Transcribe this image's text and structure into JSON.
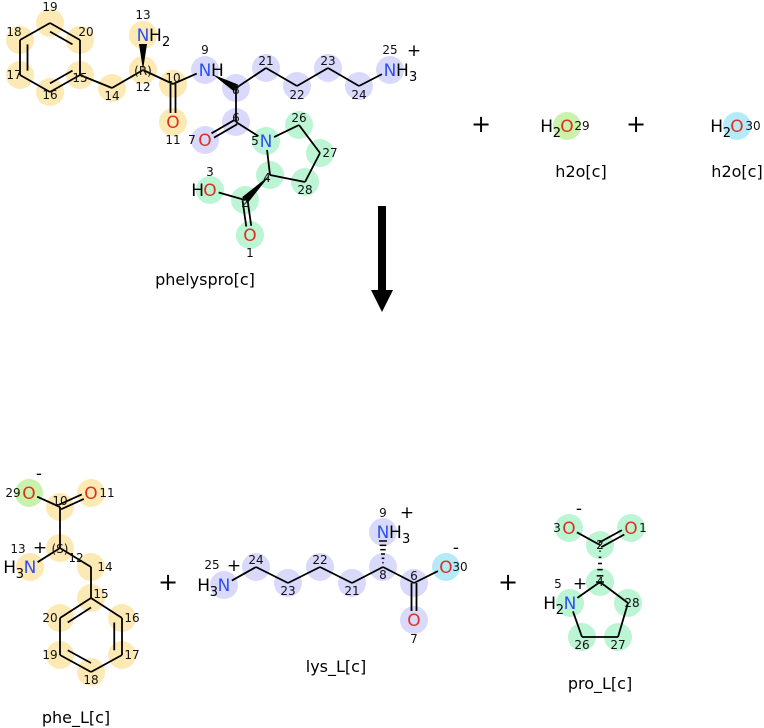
{
  "colors": {
    "Y": "#fde9b4",
    "L": "#d9d9fb",
    "G": "#bbf5d4",
    "LG": "#c9f2aa",
    "CY": "#b3ecf8",
    "N": "#2f50f0",
    "O": "#e0301e"
  },
  "operators": {
    "plus": "+"
  },
  "reactants": [
    {
      "name": "phelyspro[c]",
      "atoms": [
        {
          "n": "1",
          "el": "O",
          "c": "G"
        },
        {
          "n": "2",
          "c": "G"
        },
        {
          "n": "3",
          "el": "O",
          "pre": "H",
          "c": "G"
        },
        {
          "n": "4",
          "c": "G"
        },
        {
          "n": "5",
          "el": "N",
          "c": "G"
        },
        {
          "n": "6",
          "c": "L"
        },
        {
          "n": "7",
          "el": "O",
          "c": "L"
        },
        {
          "n": "8",
          "c": "L"
        },
        {
          "n": "9",
          "el": "N",
          "post": "H",
          "c": "L"
        },
        {
          "n": "10",
          "c": "Y"
        },
        {
          "n": "11",
          "el": "O",
          "c": "Y"
        },
        {
          "n": "12",
          "stereo": "(R)",
          "c": "Y"
        },
        {
          "n": "13",
          "el": "N",
          "post": "H",
          "post_sub": "2",
          "c": "Y"
        },
        {
          "n": "14",
          "c": "Y"
        },
        {
          "n": "15",
          "c": "Y"
        },
        {
          "n": "16",
          "c": "Y"
        },
        {
          "n": "17",
          "c": "Y"
        },
        {
          "n": "18",
          "c": "Y"
        },
        {
          "n": "19",
          "c": "Y"
        },
        {
          "n": "20",
          "c": "Y"
        },
        {
          "n": "21",
          "c": "L"
        },
        {
          "n": "22",
          "c": "L"
        },
        {
          "n": "23",
          "c": "L"
        },
        {
          "n": "24",
          "c": "L"
        },
        {
          "n": "25",
          "el": "N",
          "post": "H",
          "post_sub": "3",
          "charge": "+",
          "c": "L"
        },
        {
          "n": "26",
          "c": "G"
        },
        {
          "n": "27",
          "c": "G"
        },
        {
          "n": "28",
          "c": "G"
        }
      ]
    },
    {
      "name": "h2o[c]",
      "atoms": [
        {
          "n": "29",
          "el": "O",
          "pre": "H",
          "pre_sub": "2",
          "c": "LG"
        }
      ]
    },
    {
      "name": "h2o[c]",
      "atoms": [
        {
          "n": "30",
          "el": "O",
          "pre": "H",
          "pre_sub": "2",
          "c": "CY"
        }
      ]
    }
  ],
  "products": [
    {
      "name": "phe_L[c]",
      "atoms": [
        {
          "n": "29",
          "el": "O",
          "charge": "-",
          "c": "LG"
        },
        {
          "n": "11",
          "el": "O",
          "c": "Y"
        },
        {
          "n": "10",
          "c": "Y"
        },
        {
          "n": "12",
          "stereo": "(S)",
          "c": "Y"
        },
        {
          "n": "13",
          "el": "N",
          "pre": "H",
          "pre_sub": "3",
          "charge": "+",
          "c": "Y"
        },
        {
          "n": "14",
          "c": "Y"
        },
        {
          "n": "15",
          "c": "Y"
        },
        {
          "n": "16",
          "c": "Y"
        },
        {
          "n": "17",
          "c": "Y"
        },
        {
          "n": "18",
          "c": "Y"
        },
        {
          "n": "19",
          "c": "Y"
        },
        {
          "n": "20",
          "c": "Y"
        }
      ]
    },
    {
      "name": "lys_L[c]",
      "atoms": [
        {
          "n": "25",
          "el": "N",
          "pre": "H",
          "pre_sub": "3",
          "charge": "+",
          "c": "L"
        },
        {
          "n": "24",
          "c": "L"
        },
        {
          "n": "23",
          "c": "L"
        },
        {
          "n": "22",
          "c": "L"
        },
        {
          "n": "21",
          "c": "L"
        },
        {
          "n": "8",
          "c": "L"
        },
        {
          "n": "9",
          "el": "N",
          "post": "H",
          "post_sub": "3",
          "charge": "+",
          "c": "L"
        },
        {
          "n": "6",
          "c": "L"
        },
        {
          "n": "30",
          "el": "O",
          "charge": "-",
          "c": "CY"
        },
        {
          "n": "7",
          "el": "O",
          "c": "L"
        }
      ]
    },
    {
      "name": "pro_L[c]",
      "atoms": [
        {
          "n": "3",
          "el": "O",
          "charge": "-",
          "c": "G"
        },
        {
          "n": "1",
          "el": "O",
          "c": "G"
        },
        {
          "n": "2",
          "c": "G"
        },
        {
          "n": "4",
          "c": "G"
        },
        {
          "n": "5",
          "el": "N",
          "pre": "H",
          "pre_sub": "2",
          "charge": "+",
          "c": "G"
        },
        {
          "n": "26",
          "c": "G"
        },
        {
          "n": "27",
          "c": "G"
        },
        {
          "n": "28",
          "c": "G"
        }
      ]
    }
  ]
}
